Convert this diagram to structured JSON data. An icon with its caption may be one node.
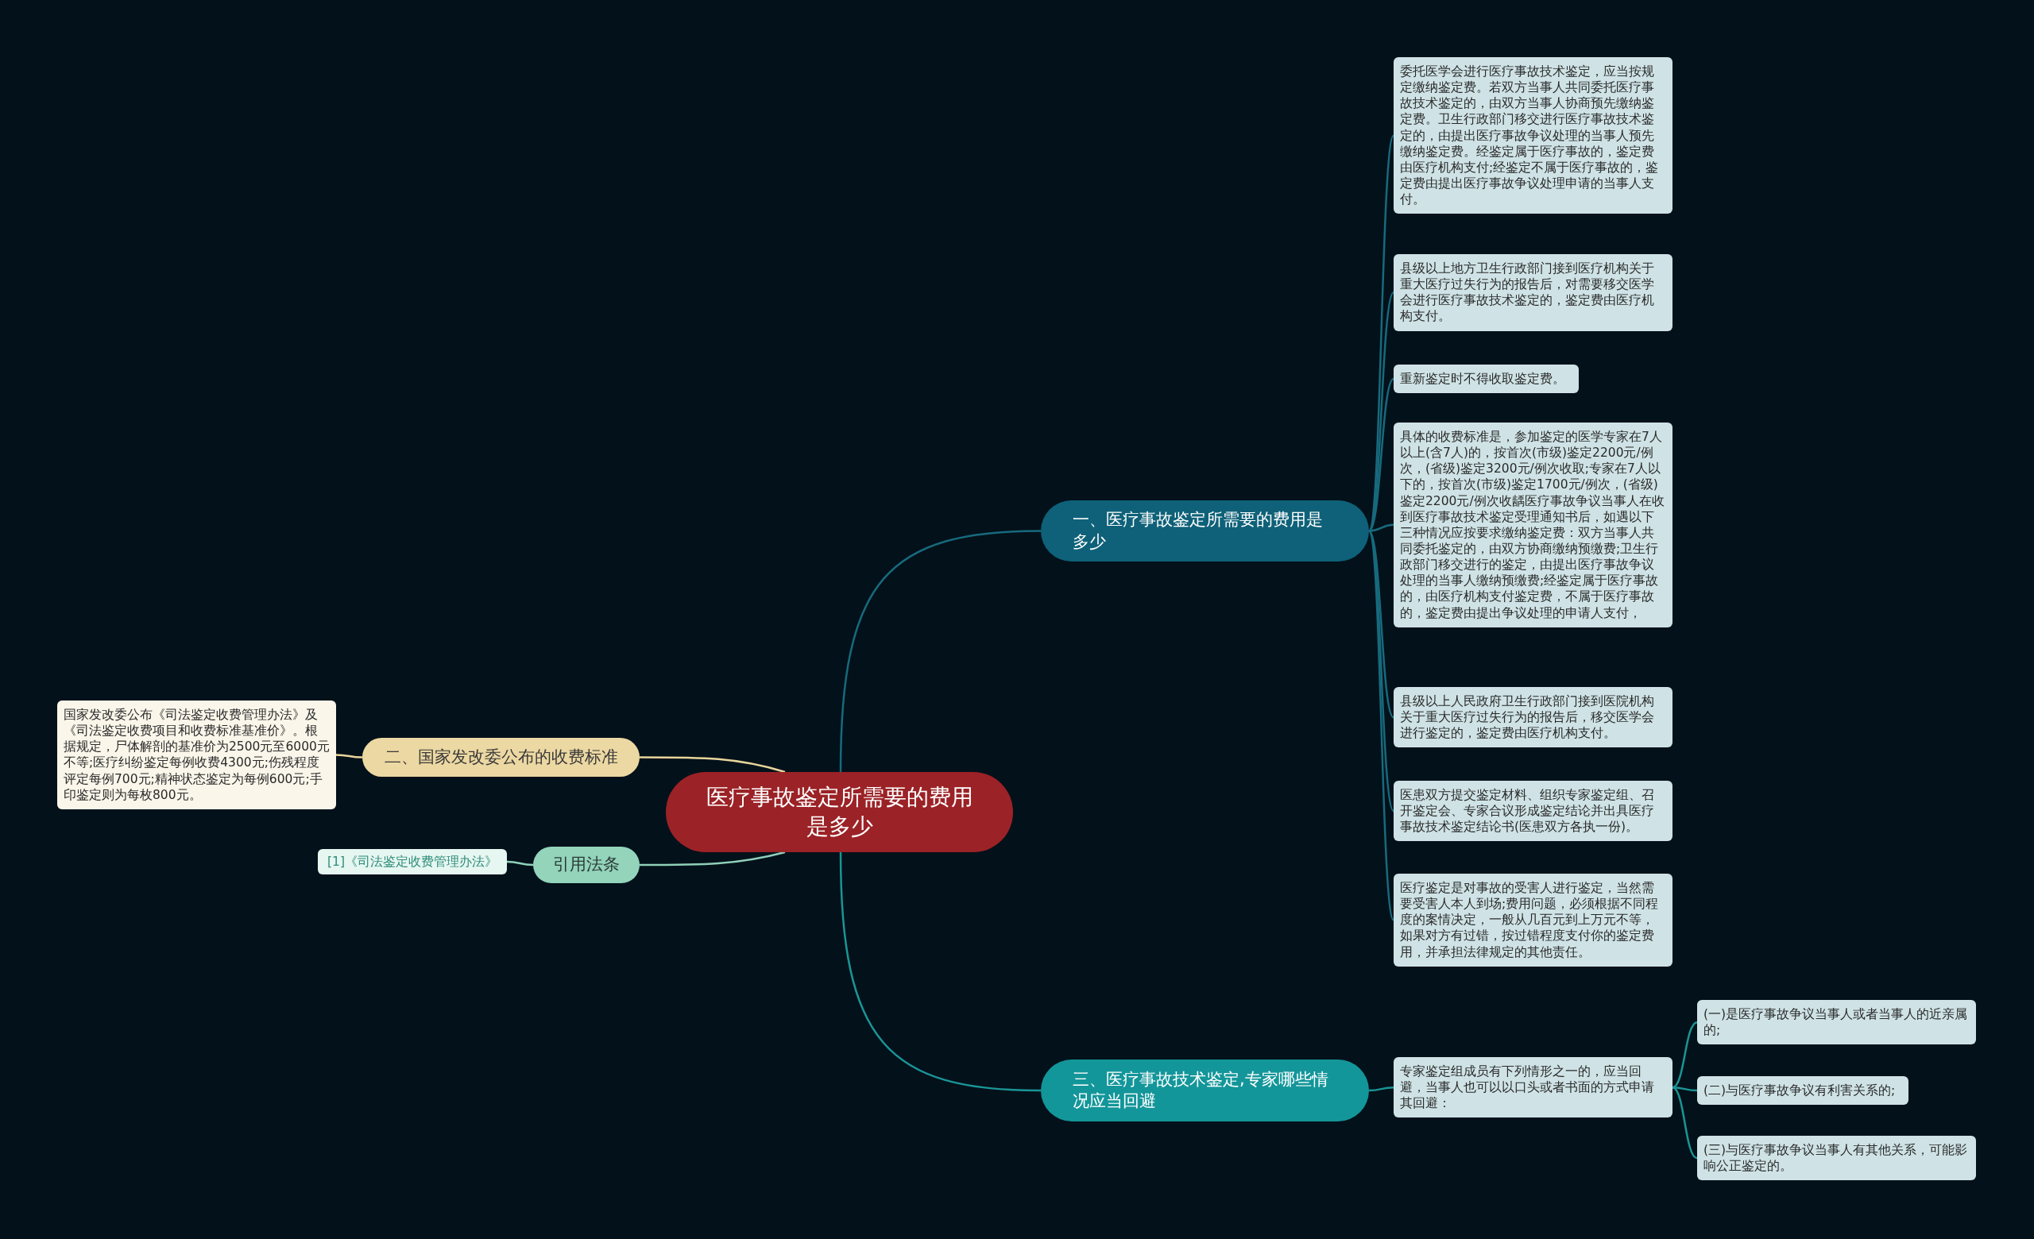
{
  "diagram": {
    "nodes": [
      {
        "text": [
          "医疗事故鉴定所需要的费用是多少"
        ]
      },
      {
        "text": [
          "一、医疗事故鉴定所需要的费用是多少"
        ]
      },
      {
        "text": [
          "委托医学会进行医疗事故技术鉴定，应当按规定缴纳鉴定费。若双方当事人共同委托医疗事故技术鉴定的，由双方当事人协商预先缴纳鉴定费。卫生行政部门移交进行医疗事故技术鉴定的，由提出医疗事故争议处理的当事人预先缴纳鉴定费。经鉴定属于医疗事故的，鉴定费由医疗机构支付;经鉴定不属于医疗事故的，鉴定费由提出医疗事故争议处理申请的当事人支付。"
        ]
      },
      {
        "text": [
          "县级以上地方卫生行政部门接到医疗机构关于重大医疗过失行为的报告后，对需要移交医学会进行医疗事故技术鉴定的，鉴定费由医疗机构支付。"
        ]
      },
      {
        "text": [
          "重新鉴定时不得收取鉴定费。"
        ]
      },
      {
        "text": [
          "具体的收费标准是，参加鉴定的医学专家在7人以上(含7人)的，按首次(市级)鉴定2200元/例次，(省级)鉴定3200元/例次收取;专家在7人以下的，按首次(市级)鉴定1700元/例次，(省级)鉴定2200元/例次收龋医疗事故争议当事人在收到医疗事故技术鉴定受理通知书后，如遇以下三种情况应按要求缴纳鉴定费：双方当事人共同委托鉴定的，由双方协商缴纳预缴费;卫生行政部门移交进行的鉴定，由提出医疗事故争议处理的当事人缴纳预缴费;经鉴定属于医疗事故的，由医疗机构支付鉴定费，不属于医疗事故的，鉴定费由提出争议处理的申请人支付，"
        ]
      },
      {
        "text": [
          "县级以上人民政府卫生行政部门接到医院机构关于重大医疗过失行为的报告后，移交医学会进行鉴定的，鉴定费由医疗机构支付。"
        ]
      },
      {
        "text": [
          "医患双方提交鉴定材料、组织专家鉴定组、召开鉴定会、专家合议形成鉴定结论并出具医疗事故技术鉴定结论书(医患双方各执一份)。"
        ]
      },
      {
        "text": [
          "医疗鉴定是对事故的受害人进行鉴定，当然需要受害人本人到场;费用问题，必须根据不同程度的案情决定，一般从几百元到上万元不等，如果对方有过错，按过错程度支付你的鉴定费用，并承担法律规定的其他责任。"
        ]
      },
      {
        "text": [
          "二、国家发改委公布的收费标准"
        ]
      },
      {
        "text": [
          "国家发改委公布《司法鉴定收费管理办法》及《司法鉴定收费项目和收费标准基准价》。根据规定，尸体解剖的基准价为2500元至6000元不等;医疗纠纷鉴定每例收费4300元;伤残程度评定每例700元;精神状态鉴定为每例600元;手印鉴定则为每枚800元。"
        ]
      },
      {
        "text": [
          "引用法条"
        ]
      },
      {
        "text": [
          "[1]《司法鉴定收费管理办法》"
        ]
      },
      {
        "text": [
          "三、医疗事故技术鉴定,专家哪些情况应当回避"
        ]
      },
      {
        "text": [
          "专家鉴定组成员有下列情形之一的，应当回避，当事人也可以以口头或者书面的方式申请其回避："
        ]
      },
      {
        "text": [
          "(一)是医疗事故争议当事人或者当事人的近亲属的;"
        ]
      },
      {
        "text": [
          "(二)与医疗事故争议有利害关系的;"
        ]
      },
      {
        "text": [
          "(三)与医疗事故争议当事人有其他关系，可能影响公正鉴定的。"
        ]
      }
    ],
    "edges": [
      {
        "from": 0,
        "to": 1,
        "arrow": "none"
      },
      {
        "from": 1,
        "to": 2,
        "arrow": "none"
      },
      {
        "from": 1,
        "to": 3,
        "arrow": "none"
      },
      {
        "from": 1,
        "to": 4,
        "arrow": "none"
      },
      {
        "from": 1,
        "to": 5,
        "arrow": "none"
      },
      {
        "from": 1,
        "to": 6,
        "arrow": "none"
      },
      {
        "from": 1,
        "to": 7,
        "arrow": "none"
      },
      {
        "from": 1,
        "to": 8,
        "arrow": "none"
      },
      {
        "from": 0,
        "to": 9,
        "arrow": "none",
        "color": "#e8d59b"
      },
      {
        "from": 9,
        "to": 10,
        "arrow": "none",
        "color": "#e8d59b"
      },
      {
        "from": 0,
        "to": 11,
        "arrow": "none",
        "color": "#8fd0b8"
      },
      {
        "from": 11,
        "to": 12,
        "arrow": "none",
        "color": "#8fd0b8"
      },
      {
        "from": 0,
        "to": 13,
        "arrow": "none",
        "color": "#1a9597"
      },
      {
        "from": 13,
        "to": 14,
        "arrow": "none",
        "color": "#1a9597"
      },
      {
        "from": 14,
        "to": 15,
        "arrow": "none",
        "color": "#1a9597"
      },
      {
        "from": 14,
        "to": 16,
        "arrow": "none",
        "color": "#1a9597"
      },
      {
        "from": 14,
        "to": 17,
        "arrow": "none",
        "color": "#1a9597"
      }
    ]
  }
}
